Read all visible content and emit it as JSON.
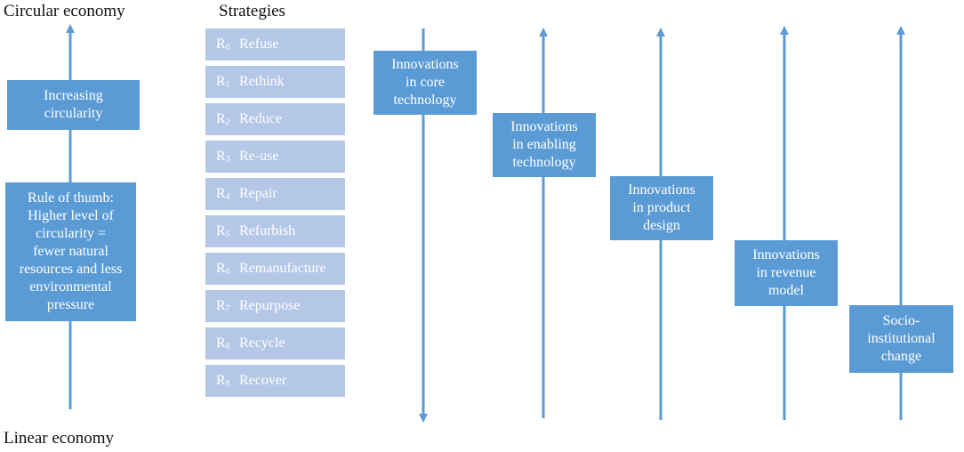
{
  "labels": {
    "top_left": "Circular economy",
    "strategies_heading": "Strategies",
    "bottom_left": "Linear economy"
  },
  "left_boxes": {
    "increasing": "Increasing\ncircularity",
    "rule": "Rule of thumb:\nHigher level of\ncircularity =\nfewer natural\nresources and less\nenvironmental\npressure"
  },
  "strategies": [
    {
      "code": "R",
      "index": "0",
      "name": "Refuse"
    },
    {
      "code": "R",
      "index": "1",
      "name": "Rethink"
    },
    {
      "code": "R",
      "index": "2",
      "name": "Reduce"
    },
    {
      "code": "R",
      "index": "3",
      "name": "Re-use"
    },
    {
      "code": "R",
      "index": "4",
      "name": "Repair"
    },
    {
      "code": "R",
      "index": "5",
      "name": "Refurbish"
    },
    {
      "code": "R",
      "index": "6",
      "name": "Remanufacture"
    },
    {
      "code": "R",
      "index": "7",
      "name": "Repurpose"
    },
    {
      "code": "R",
      "index": "8",
      "name": "Recycle"
    },
    {
      "code": "R",
      "index": "9",
      "name": "Recover"
    }
  ],
  "innovations": [
    {
      "label": "Innovations\nin core\ntechnology"
    },
    {
      "label": "Innovations\nin enabling\ntechnology"
    },
    {
      "label": "Innovations\nin product\ndesign"
    },
    {
      "label": "Innovations\nin revenue\nmodel"
    },
    {
      "label": "Socio-\ninstitutional\nchange"
    }
  ],
  "colors": {
    "box_blue": "#5b9bd5",
    "strategy_blue": "#b4c7e7",
    "arrow_blue": "#5b9bd5"
  }
}
